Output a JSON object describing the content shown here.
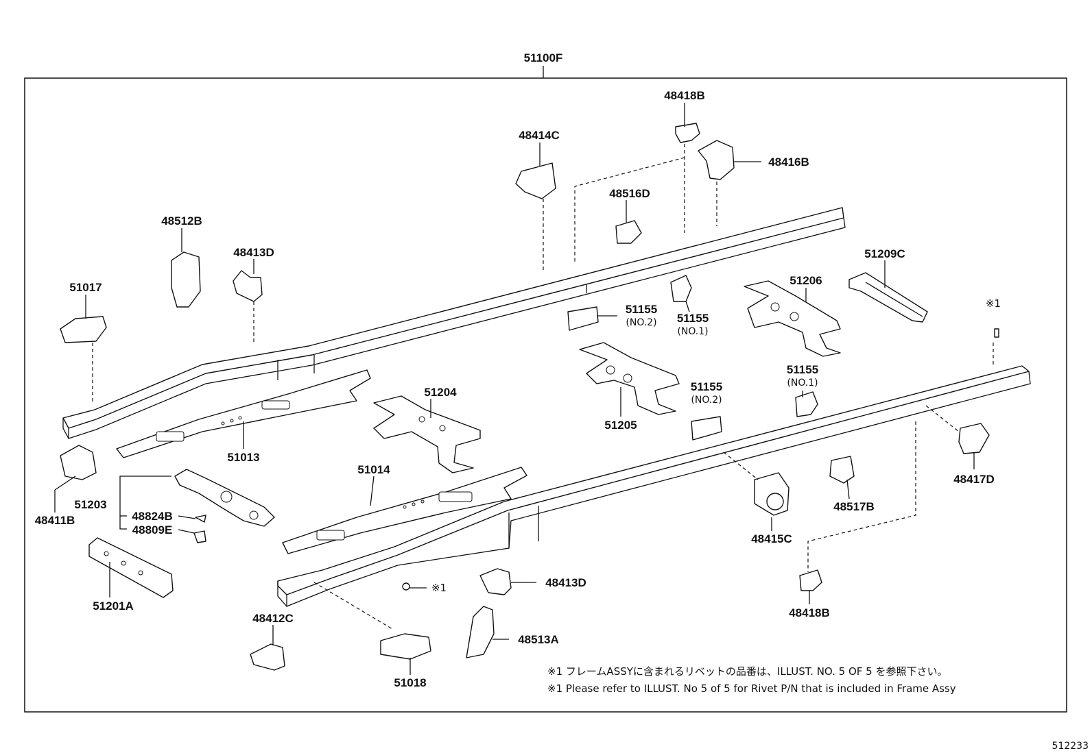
{
  "diagram": {
    "main_assembly": "51100F",
    "illustration_code": "512233",
    "parts": {
      "p48418B_top": "48418B",
      "p48414C": "48414C",
      "p48416B": "48416B",
      "p48516D": "48516D",
      "p48512B": "48512B",
      "p48413D_top": "48413D",
      "p51017": "51017",
      "p51209C": "51209C",
      "p51206": "51206",
      "p51155_no2_top": "51155",
      "p51155_no1_top": "51155",
      "p51155_no1_right": "51155",
      "p51155_no2_mid": "51155",
      "p51204": "51204",
      "p51205": "51205",
      "p51013": "51013",
      "p51014": "51014",
      "p48411B": "48411B",
      "p51203": "51203",
      "p48824B": "48824B",
      "p48809E": "48809E",
      "p51201A": "51201A",
      "p48415C": "48415C",
      "p48517B": "48517B",
      "p48417D": "48417D",
      "p48413D_bottom": "48413D",
      "p48418B_bottom": "48418B",
      "p48412C": "48412C",
      "p48513A": "48513A",
      "p51018": "51018"
    },
    "sublabels": {
      "no2_top": "(NO.2)",
      "no1_top": "(NO.1)",
      "no1_right": "(NO.1)",
      "no2_mid": "(NO.2)"
    },
    "rivet_marks": {
      "right": "※1",
      "bottom": "※1"
    },
    "notes": {
      "japanese": "※1 フレームASSYに含まれるリベットの品番は、ILLUST. NO. 5 OF 5 を参照下さい。",
      "english": "※1 Please refer to ILLUST. No 5 of 5 for Rivet P/N that is included in Frame Assy"
    }
  }
}
